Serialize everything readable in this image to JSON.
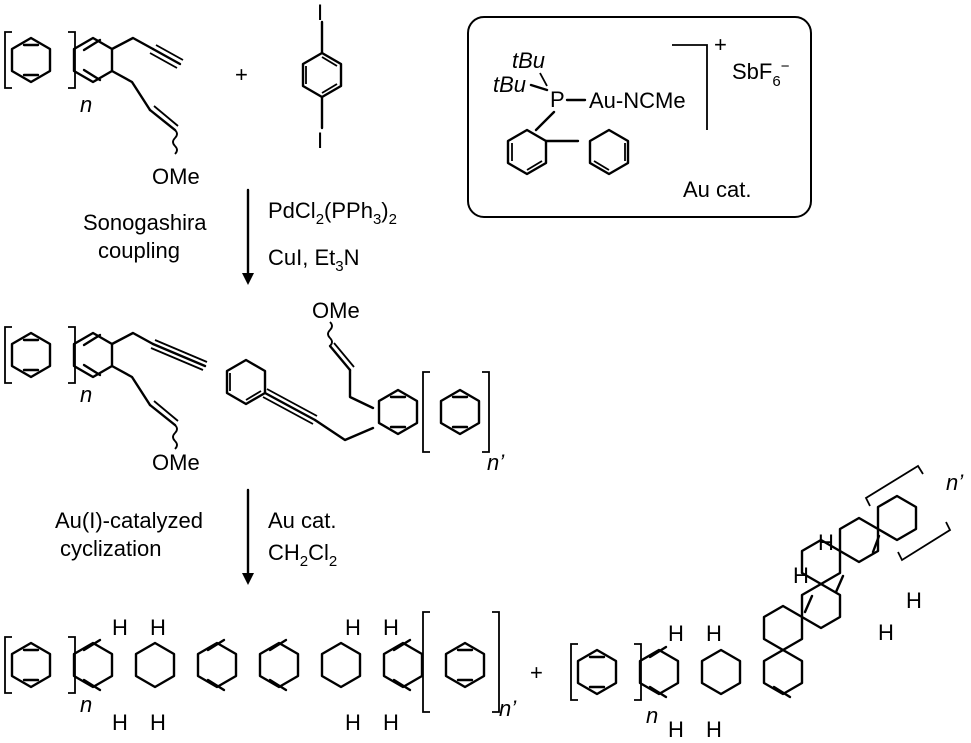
{
  "reactant": {
    "substituent": "OMe",
    "repeat": "n"
  },
  "plus": "+",
  "conditions_1": {
    "name_line1": "Sonogashira",
    "name_line2": "coupling",
    "reagent_1": {
      "base": "PdCl",
      "s1": "2",
      "mid": "(PPh",
      "s2": "3",
      "end": ")",
      "s3": "2"
    },
    "reagent_2": {
      "base": "CuI, Et",
      "s1": "3",
      "end": "N"
    }
  },
  "catalyst": {
    "tbu": "tBu",
    "phosphorus": "P",
    "metal": "Au-NCMe",
    "charge": "+",
    "counterion": {
      "base": "SbF",
      "sub": "6",
      "sup": "−"
    },
    "label": "Au cat."
  },
  "intermediate": {
    "substituent_top": "OMe",
    "substituent_bottom": "OMe",
    "repeat_left": "n",
    "repeat_right": "n’"
  },
  "conditions_2": {
    "name_line1": "Au(I)-catalyzed",
    "name_line2": "cyclization",
    "reagent_1": "Au cat.",
    "reagent_2": {
      "base": "CH",
      "s1": "2",
      "mid": "Cl",
      "s2": "2"
    }
  },
  "products": {
    "hydrogen": "H",
    "repeat_left": "n",
    "repeat_right": "n’"
  }
}
